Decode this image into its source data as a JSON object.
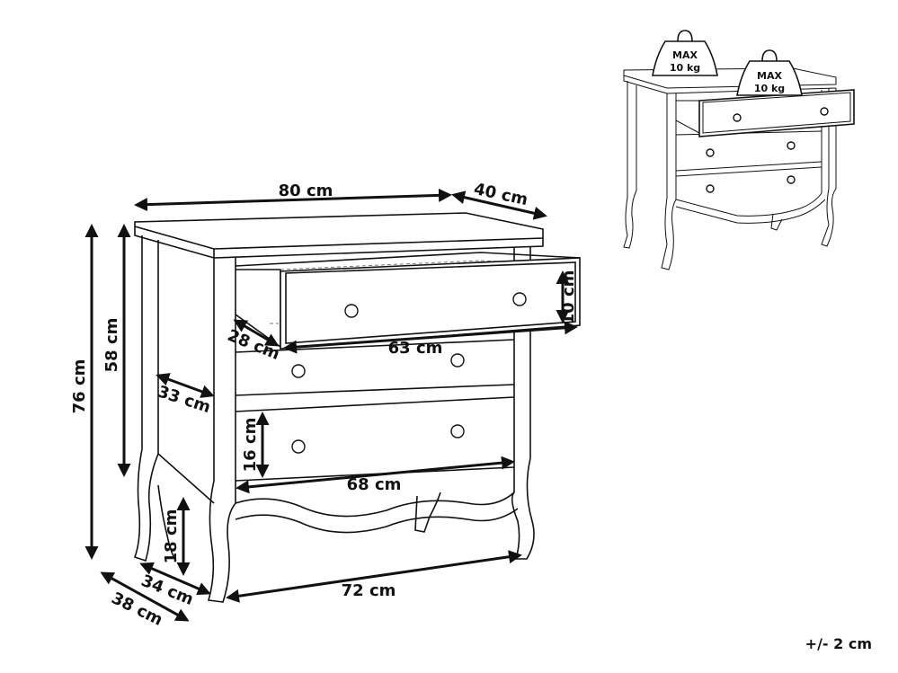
{
  "dimensions": {
    "width": "80 cm",
    "depth": "40 cm",
    "height_total": "76 cm",
    "height_body": "58 cm",
    "drawer_inner_depth": "28 cm",
    "drawer_inner_width": "63 cm",
    "drawer_inner_height": "10 cm",
    "side_depth": "33 cm",
    "drawer_front_height": "16 cm",
    "drawer_front_width": "68 cm",
    "leg_height": "18 cm",
    "base_depth_inner": "34 cm",
    "base_depth_outer": "38 cm",
    "base_width": "72 cm"
  },
  "load_labels": {
    "max_line": "MAX",
    "weight_line": "10 kg"
  },
  "tolerance": "+/- 2 cm"
}
